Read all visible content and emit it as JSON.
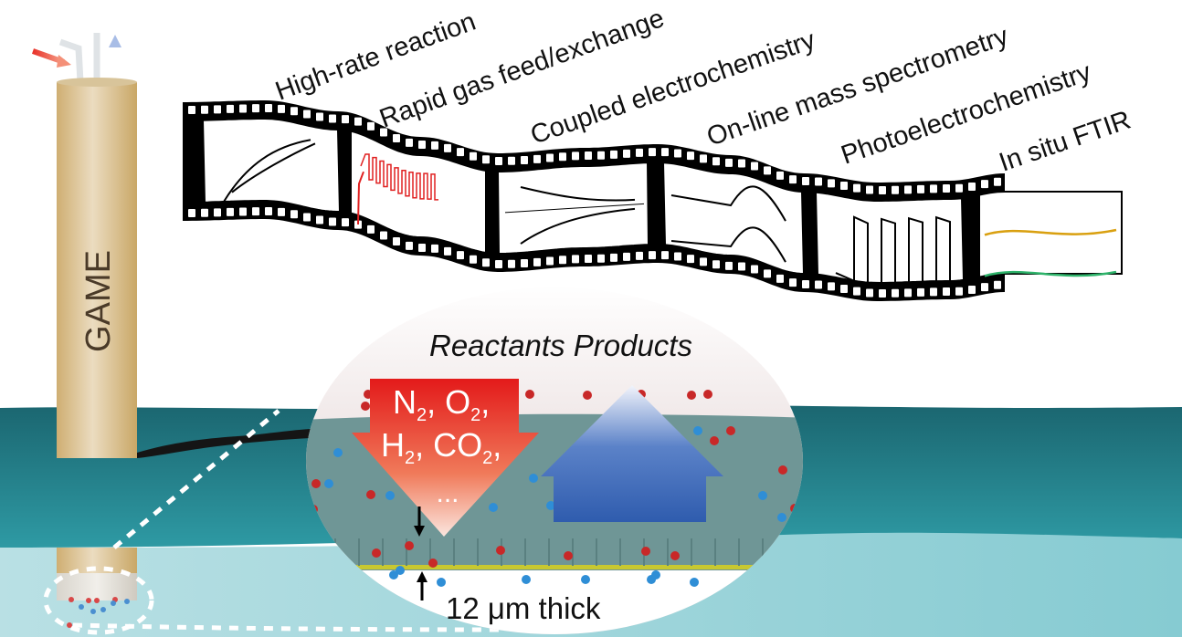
{
  "electrode": {
    "label": "GAME",
    "inlet_arrow_color": "#e8322a",
    "outlet_arrow_color": "#3a6fc0"
  },
  "capabilities": [
    {
      "label": "High-rate reaction"
    },
    {
      "label": "Rapid gas feed/exchange"
    },
    {
      "label": "Coupled electrochemistry"
    },
    {
      "label": "On-line mass spectrometry"
    },
    {
      "label": "Photoelectrochemistry"
    },
    {
      "label": "In situ FTIR"
    }
  ],
  "film_frames": [
    {
      "name": "frame-high-rate",
      "trace_color": "#000000"
    },
    {
      "name": "frame-rapid-gas",
      "trace_color": "#e02020"
    },
    {
      "name": "frame-coupled-ec",
      "trace_color": "#000000"
    },
    {
      "name": "frame-online-ms",
      "trace_color": "#000000"
    },
    {
      "name": "frame-photo-ec",
      "trace_color": "#000000"
    },
    {
      "name": "frame-ftir",
      "trace_colors": [
        "#d9a010",
        "#2eb36a"
      ]
    }
  ],
  "inset": {
    "title": "Reactants Products",
    "reactants_line1": [
      "N",
      "2",
      ", O",
      "2",
      ","
    ],
    "reactants_line2": [
      "H",
      "2",
      ", CO",
      "2",
      ","
    ],
    "reactants_more": "...",
    "thickness_label": "12 μm thick",
    "reactant_arrow_color": "#e51f1f",
    "product_arrow_color": "#3560b0"
  },
  "colors": {
    "electrolyte_dark": "#1f7f8a",
    "electrolyte_light": "#a8d8dd",
    "membrane": "#6f9696",
    "catalyst_layer": "#c8c830"
  }
}
